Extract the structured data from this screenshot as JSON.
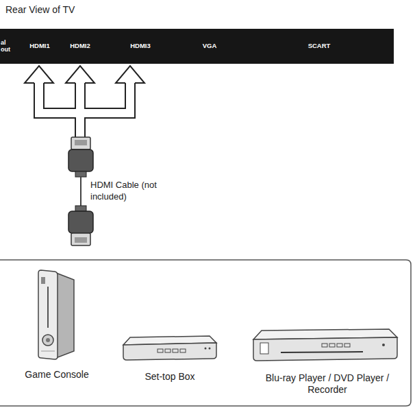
{
  "diagram": {
    "title": "Rear View of TV",
    "nodes": [
      {
        "text": [
          "al out",
          "HDMI1",
          "HDMI2",
          "HDMI3",
          "VGA",
          "SCART"
        ]
      },
      {
        "text": [
          "Game Console",
          "Set-top Box",
          "Blu-ray Player / DVD Player / Recorder"
        ]
      }
    ],
    "labels": [
      "HDMI Cable (not included)"
    ]
  }
}
